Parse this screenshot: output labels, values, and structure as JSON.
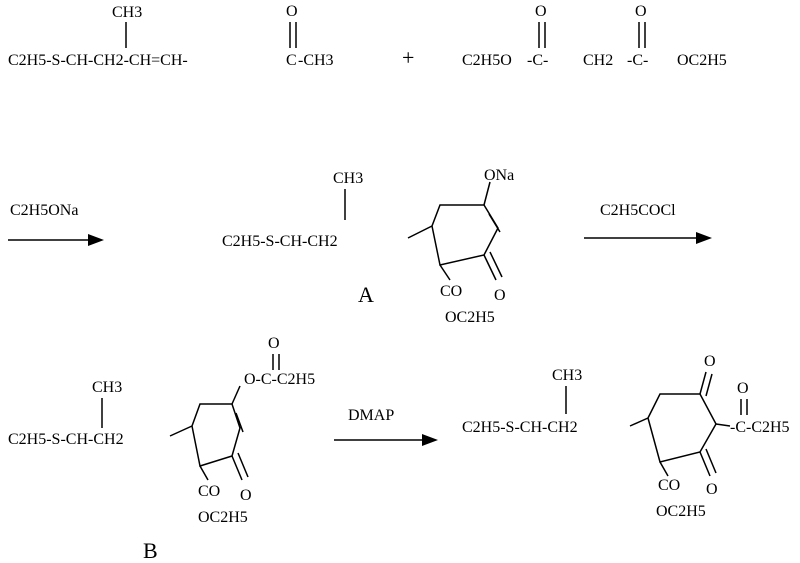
{
  "reagents": {
    "diene": {
      "ch3": "CH3",
      "left": "C2H5-S-CH-CH2-CH=CH-",
      "c": "C",
      "right": "-CH3",
      "o": "O"
    },
    "plus": "+",
    "malonate": {
      "left": "C2H5O",
      "c1": "-C-",
      "ch2": "CH2",
      "c2": "-C-",
      "right": "OC2H5",
      "o1": "O",
      "o2": "O"
    }
  },
  "steps": {
    "step1_reagent": "C2H5ONa",
    "step2_reagent": "C2H5COCl",
    "step3_reagent": "DMAP"
  },
  "compound_a": {
    "ch3": "CH3",
    "chain": "C2H5-S-CH-CH2",
    "ona": "ONa",
    "co": "CO",
    "oet": "OC2H5",
    "ketone_o": "O",
    "label": "A"
  },
  "compound_b": {
    "ch3": "CH3",
    "chain": "C2H5-S-CH-CH2",
    "ester_c": "O-C-C2H5",
    "ester_o": "O",
    "co": "CO",
    "oet": "OC2H5",
    "ketone_o": "O",
    "label": "B"
  },
  "product": {
    "ch3": "CH3",
    "chain": "C2H5-S-CH-CH2",
    "acyl": "-C-C2H5",
    "acyl_o": "O",
    "top_o": "O",
    "ketone_o": "O",
    "co": "CO",
    "oet": "OC2H5"
  }
}
